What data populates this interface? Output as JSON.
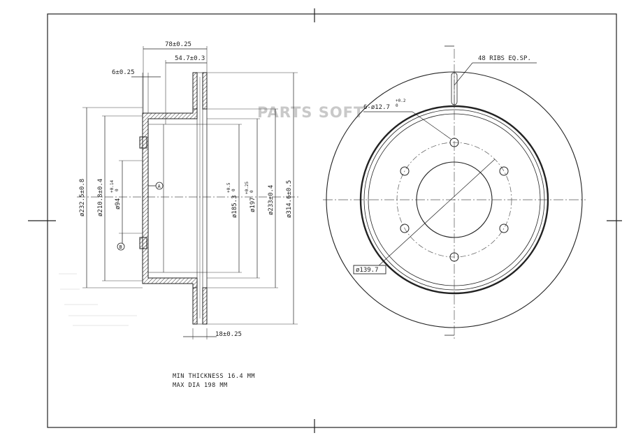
{
  "watermark": "PARTS SOFT",
  "side_view": {
    "overall_width": "78±0.25",
    "hub_offset": "54.7±0.3",
    "hat_thickness": "6±0.25",
    "rotor_thickness": "18±0.25",
    "dia_232": "ø232.5±0.8",
    "dia_210": "ø210.8±0.4",
    "dia_94": "ø94",
    "dia_94_tol": "+0.14",
    "dia_94_tol_lo": "0",
    "dia_185": "ø185.3",
    "dia_185_tol": "+0.5",
    "dia_185_tol_lo": "0",
    "dia_197": "ø197",
    "dia_197_tol": "+0.25",
    "dia_197_tol_lo": "0",
    "dia_233": "ø233±0.4",
    "dia_314": "ø314.6±0.5",
    "datum_a": "A",
    "datum_b": "B"
  },
  "front_view": {
    "ribs_note": "48 RIBS EQ.SP.",
    "holes_note": "6-ø12.7",
    "holes_tol": "+0.2",
    "holes_tol_lo": "0",
    "pcd": "ø139.7"
  },
  "notes": {
    "min_thickness": "MIN THICKNESS 16.4 MM",
    "max_dia": "MAX DIA 198 MM"
  }
}
